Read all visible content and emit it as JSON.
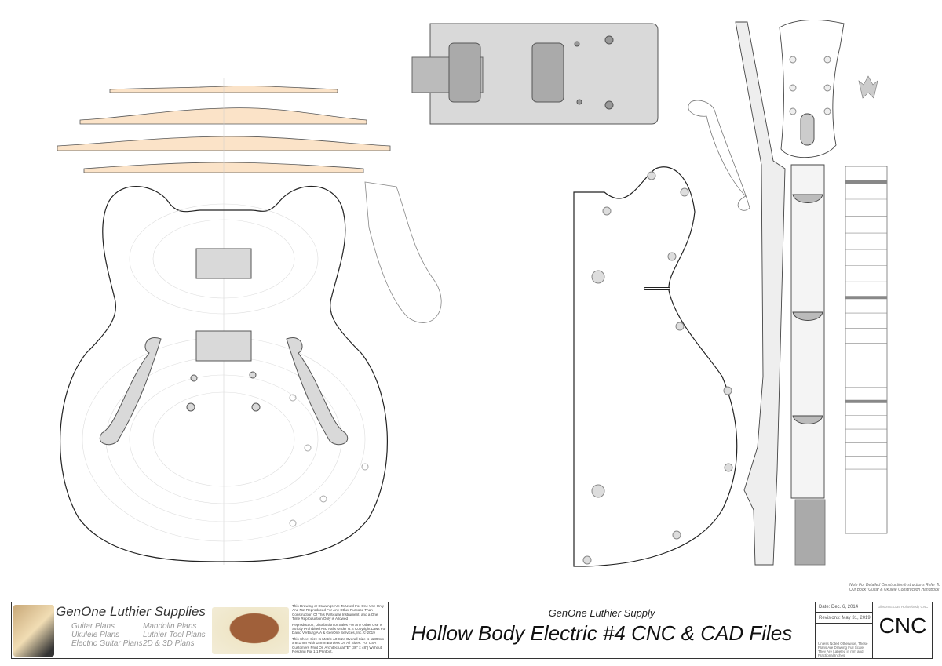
{
  "title_block": {
    "brand": "GenOne Luthier Supplies",
    "plan_links": [
      "Guitar Plans",
      "Ukulele Plans",
      "Electric Guitar Plans",
      "Mandolin Plans",
      "Luthier Tool Plans",
      "2D & 3D Plans"
    ],
    "legal": [
      "This Drawing or Drawings Are To Used For One Use Only And Not Reproduced For Any Other Purpose Than Construction Of This Particular Instrument, and a One Time Reproduction Only is Allowed",
      "Reproduction, Distribution or Sales For Any Other Use Is Strictly Prohibited And Falls Under U.S Copyright Laws For David VerBurg AIA & GenOne Services, Inc. © 2019",
      "This Sheet Size Is Metric A0 Size Overall Size is 1189mm x 841mm With 15mm Borders On All Sides. For USA Customers Print On Architectural \"E\" (36\" x 48\") Without Resizing For 1:1 Printout."
    ],
    "subtitle": "GenOne Luthier Supply",
    "title": "Hollow Body Electric #4 CNC & CAD Files",
    "date": "Date: Dec. 6, 2014",
    "revisions": "Revisions: May 31, 2019",
    "scale_note": "Unless Noted Otherwise, These Plans Are Drawing Full Scale. They Are Labeled in mm and Fractional Inches",
    "model": "Gibson ES335 Hollowbody CNC",
    "sheet_label": "CNC"
  },
  "book_note": "Note For Detailed Construction Instructions Refer To Our Book \"Guitar & Ukulele Construction Handbook",
  "colors": {
    "wood": "#fbe3c8",
    "part_fill": "#d9d9d9",
    "line": "#333333"
  }
}
